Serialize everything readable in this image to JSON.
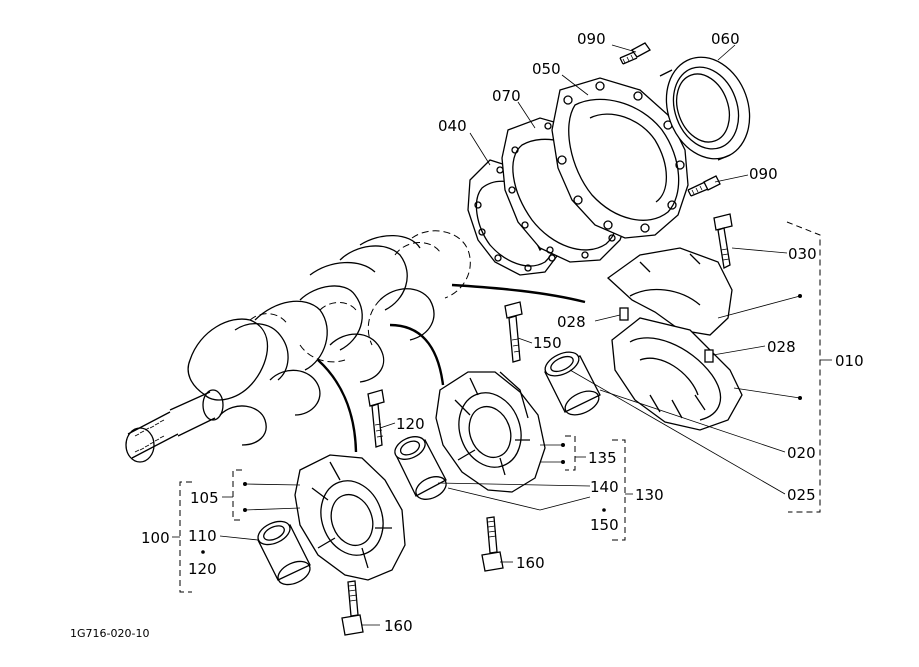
{
  "diagram": {
    "reference": "1G716-020-10",
    "labels": {
      "p090a": "090",
      "p060": "060",
      "p050": "050",
      "p070": "070",
      "p040": "040",
      "p090b": "090",
      "p030": "030",
      "p028a": "028",
      "p028b": "028",
      "p010": "010",
      "p150a": "150",
      "p020": "020",
      "p025": "025",
      "p120a": "120",
      "p135": "135",
      "p140": "140",
      "p130": "130",
      "p150b": "150",
      "p105": "105",
      "p110": "110",
      "p100": "100",
      "p120b": "120",
      "p160a": "160",
      "p160b": "160"
    }
  }
}
